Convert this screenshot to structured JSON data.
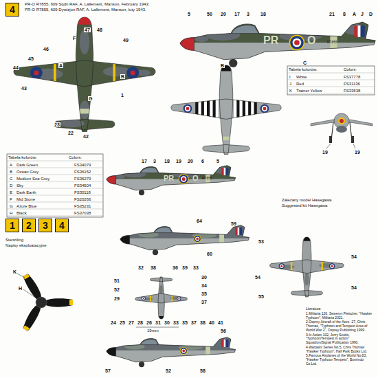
{
  "diagram": {
    "nodes": [
      {
        "text": [
          "4"
        ]
      },
      {
        "text": [
          "1"
        ]
      },
      {
        "text": [
          "2"
        ]
      },
      {
        "text": [
          "3"
        ]
      },
      {
        "text": [
          "4"
        ]
      }
    ],
    "labels": [
      "PR-O R7855, 609 Sqdn RAF, A. Lallement, Manson, February 1943.",
      "PR-O R7855, 609 Dywizjon RAF, A. Lallement, Manson, luty 1943.",
      "44",
      "45",
      "46",
      "43",
      "A",
      "F",
      "47",
      "48",
      "49",
      "B",
      "G",
      "1",
      "23",
      "22",
      "42",
      "Tabela kolorów:",
      "Colors:",
      "A",
      "Dark Green",
      "FS34079",
      "B",
      "Ocean Grey",
      "FS36152",
      "C",
      "Medium Sea Grey",
      "FS36270",
      "D",
      "Sky",
      "FS34504",
      "E",
      "Dark Earth",
      "FS30118",
      "F",
      "Mid Stone",
      "FS20266",
      "G",
      "Azure Blue",
      "FS35231",
      "H",
      "Black",
      "FS37038",
      "5",
      "50",
      "20",
      "17",
      "3",
      "18",
      "21",
      "8",
      "A",
      "J",
      "D",
      "B",
      "C",
      "PR",
      "O",
      "Tabela kolorów:",
      "Colors:",
      "I",
      "White",
      "FS37778",
      "J",
      "Red",
      "FS31136",
      "K",
      "Trainer Yellow",
      "FS33538",
      "19",
      "19",
      "17",
      "3",
      "18",
      "19",
      "20",
      "6",
      "5",
      "PR",
      "O",
      "Zalecany model Hasegawa",
      "Suggested kit Hasegawa",
      "Stenciling",
      "Napisy eksploatacyjne",
      "64",
      "59",
      "60",
      "32",
      "38",
      "36",
      "39",
      "33",
      "51",
      "52",
      "29",
      "30",
      "34",
      "35",
      "37",
      "24",
      "25",
      "27",
      "28",
      "26",
      "31",
      "30",
      "33",
      "35",
      "37",
      "38",
      "40",
      "41",
      "19mm",
      "53",
      "54",
      "54",
      "54",
      "55",
      "57",
      "52",
      "56",
      "58",
      "K",
      "H",
      "R7855",
      "R7855",
      "Literatura:",
      "1.Militaria 126, Seweryn Fleischer, \"Hawker Typhoon\", Militaria 2021.",
      "2.Osprey Aircraft of the Aces -27, Chris Thomas, \"Typhoon and Tempest Aces of World War 2\", Osprey Publishing 1999.",
      "3.In Action 102, Jerry Scutts, \"Typhoon/Tempest in action\" Squadron/Signal Publication 1990.",
      "4.Warpaint Series No.5, Chris Thomas \"Hawker Typhoon\", Hall Park Books Ltd.",
      "5.Famous Airplanes of the World No.83, \"Hawker Typhoon Tempest\", Bunrindo Co.Ltd."
    ]
  }
}
